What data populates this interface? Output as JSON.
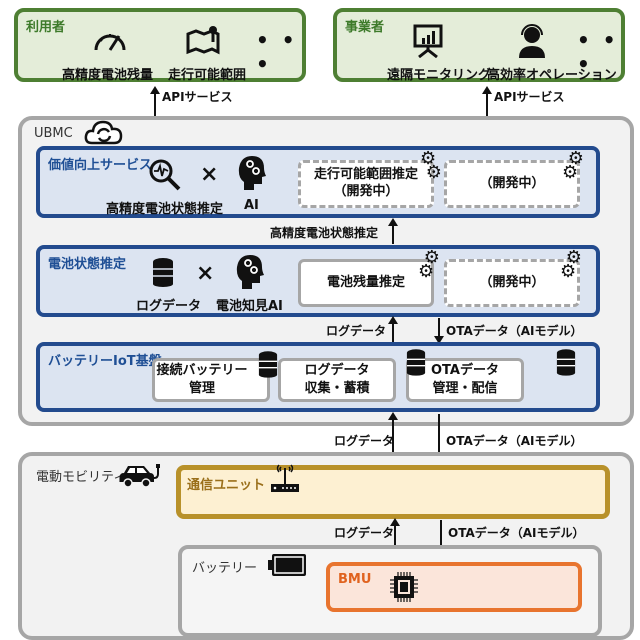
{
  "colors": {
    "green_border": "#4e7f33",
    "green_fill": "#e4edd9",
    "blue_border": "#234b8e",
    "blue_fill": "#dce4f1",
    "gray_border": "#a6a6a6",
    "gray_fill": "#f2f2f2",
    "gold_border": "#b8912a",
    "gold_fill": "#fdf0d2",
    "orange_border": "#e8742e",
    "orange_fill": "#fbe5da"
  },
  "users": {
    "title": "利用者",
    "items": [
      {
        "icon": "speedometer-icon",
        "label": "高精度電池残量"
      },
      {
        "icon": "map-pin-icon",
        "label": "走行可能範囲"
      }
    ],
    "more": "• • •"
  },
  "operators": {
    "title": "事業者",
    "items": [
      {
        "icon": "presentation-chart-icon",
        "label": "遠隔モニタリング"
      },
      {
        "icon": "headset-operator-icon",
        "label": "高効率オペレーション"
      }
    ],
    "more": "• • •"
  },
  "arrows": {
    "api_left": "APIサービス",
    "api_right": "APIサービス",
    "high_precision": "高精度電池状態推定",
    "log_data": "ログデータ",
    "ota_data": "OTAデータ（AIモデル）"
  },
  "ubmc": {
    "title": "UBMC",
    "value_service": {
      "title": "価値向上サービス",
      "left_label": "高精度電池状態推定",
      "times": "×",
      "right_label": "AI",
      "box1": "走行可能範囲推定\n（開発中）",
      "box1_line1": "走行可能範囲推定",
      "box1_line2": "（開発中）",
      "box2": "（開発中）"
    },
    "battery_estimation": {
      "title": "電池状態推定",
      "left_label": "ログデータ",
      "times": "×",
      "right_label": "電池知見AI",
      "box1": "電池残量推定",
      "box2": "（開発中）"
    },
    "iot_platform": {
      "title": "バッテリーIoT基盤",
      "boxes": [
        {
          "line1": "接続バッテリー",
          "line2": "管理"
        },
        {
          "line1": "ログデータ",
          "line2": "収集・蓄積"
        },
        {
          "line1": "OTAデータ",
          "line2": "管理・配信"
        }
      ]
    }
  },
  "mobility": {
    "title": "電動モビリティ",
    "comm_unit": "通信ユニット",
    "battery": "バッテリー",
    "bmu": "BMU"
  }
}
